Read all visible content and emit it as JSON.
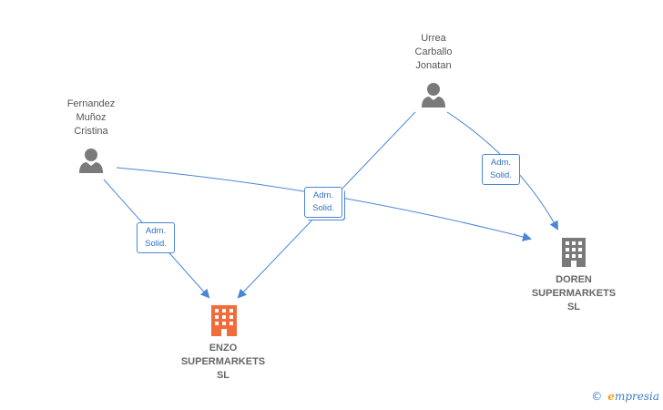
{
  "persons": [
    {
      "id": "fernandez",
      "name": "Fernandez\nMuñoz\nCristina",
      "icon": "person-icon"
    },
    {
      "id": "urrea",
      "name": "Urrea\nCarballo\nJonatan",
      "icon": "person-icon"
    }
  ],
  "companies": [
    {
      "id": "enzo",
      "name": "ENZO\nSUPERMARKETS\nSL",
      "icon": "building-icon",
      "color": "#f26b3a"
    },
    {
      "id": "doren",
      "name": "DOREN\nSUPERMARKETS\nSL",
      "icon": "building-icon",
      "color": "#7a7a7a"
    }
  ],
  "relations": [
    {
      "from": "fernandez",
      "to": "enzo",
      "label": "Adm.\nSolid."
    },
    {
      "from": "fernandez",
      "to": "doren",
      "label": "Adm.\nSolid."
    },
    {
      "from": "urrea",
      "to": "enzo",
      "label": "Adm.\nSolid."
    },
    {
      "from": "urrea",
      "to": "doren",
      "label": "Adm.\nSolid."
    }
  ],
  "colors": {
    "edge": "#4a86d8",
    "person": "#7a7a7a"
  },
  "brand": {
    "copyright": "©",
    "name": "mpresia",
    "initial": "e"
  }
}
